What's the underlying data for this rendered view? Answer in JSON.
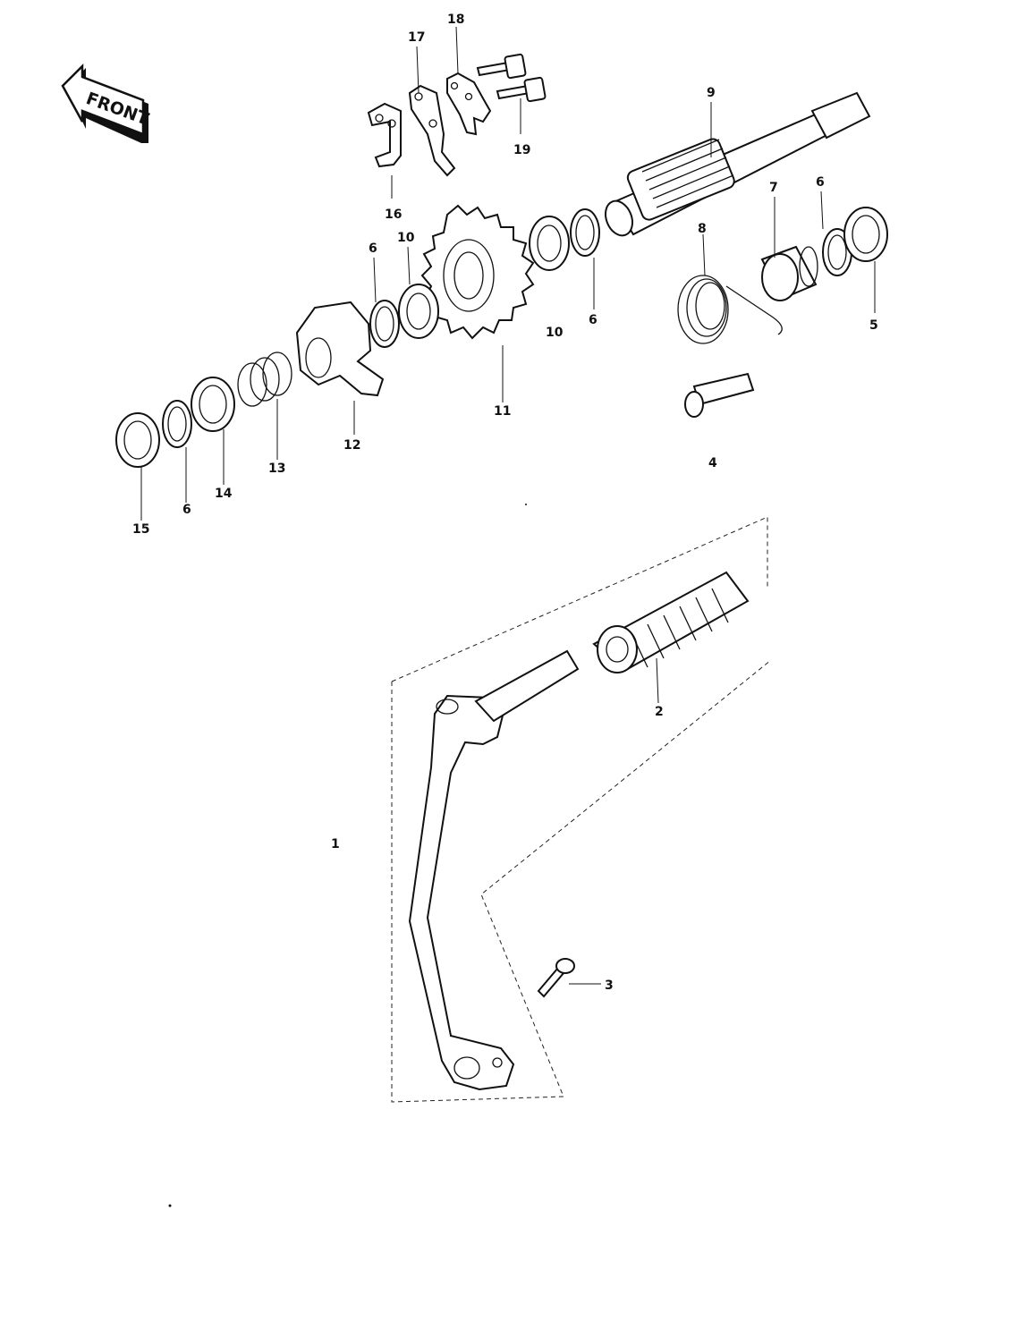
{
  "front_badge": {
    "text": "FRONT",
    "icon": "front-arrow-icon"
  },
  "parts": [
    {
      "id": "1",
      "label": "1"
    },
    {
      "id": "2",
      "label": "2"
    },
    {
      "id": "3",
      "label": "3"
    },
    {
      "id": "4",
      "label": "4"
    },
    {
      "id": "5",
      "label": "5"
    },
    {
      "id": "6a",
      "label": "6"
    },
    {
      "id": "6b",
      "label": "6"
    },
    {
      "id": "6c",
      "label": "6"
    },
    {
      "id": "6d",
      "label": "6"
    },
    {
      "id": "7",
      "label": "7"
    },
    {
      "id": "8",
      "label": "8"
    },
    {
      "id": "9",
      "label": "9"
    },
    {
      "id": "10a",
      "label": "10"
    },
    {
      "id": "10b",
      "label": "10"
    },
    {
      "id": "11",
      "label": "11"
    },
    {
      "id": "12",
      "label": "12"
    },
    {
      "id": "13",
      "label": "13"
    },
    {
      "id": "14",
      "label": "14"
    },
    {
      "id": "15",
      "label": "15"
    },
    {
      "id": "16",
      "label": "16"
    },
    {
      "id": "17",
      "label": "17"
    },
    {
      "id": "18",
      "label": "18"
    },
    {
      "id": "19",
      "label": "19"
    }
  ]
}
